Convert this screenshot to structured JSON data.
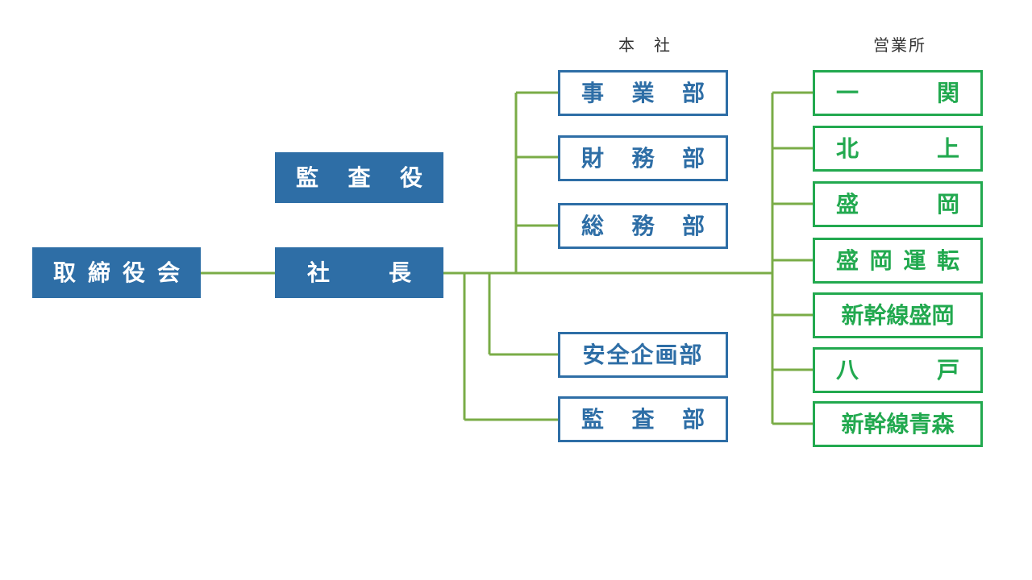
{
  "colors": {
    "blue": "#2e6ea6",
    "green": "#22a94f",
    "line": "#7aac47"
  },
  "headers": {
    "honsha": "本　社",
    "eigyosho": "営業所"
  },
  "nodes": {
    "torishimariyakukai": [
      "取",
      "締",
      "役",
      "会"
    ],
    "kansayaku": [
      "監",
      "査",
      "役"
    ],
    "shacho": [
      "社",
      "長"
    ],
    "jigyobu": [
      "事",
      "業",
      "部"
    ],
    "zaimubu": [
      "財",
      "務",
      "部"
    ],
    "somubu": [
      "総",
      "務",
      "部"
    ],
    "anzen_kikakubu": "安全企画部",
    "kansabu": [
      "監",
      "査",
      "部"
    ],
    "ichinoseki": [
      "一",
      "関"
    ],
    "kitakami": [
      "北",
      "上"
    ],
    "morioka": [
      "盛",
      "岡"
    ],
    "morioka_unten": [
      "盛",
      "岡",
      "運",
      "転"
    ],
    "shinkansen_morioka": "新幹線盛岡",
    "hachinohe": [
      "八",
      "戸"
    ],
    "shinkansen_aomori": "新幹線青森"
  }
}
